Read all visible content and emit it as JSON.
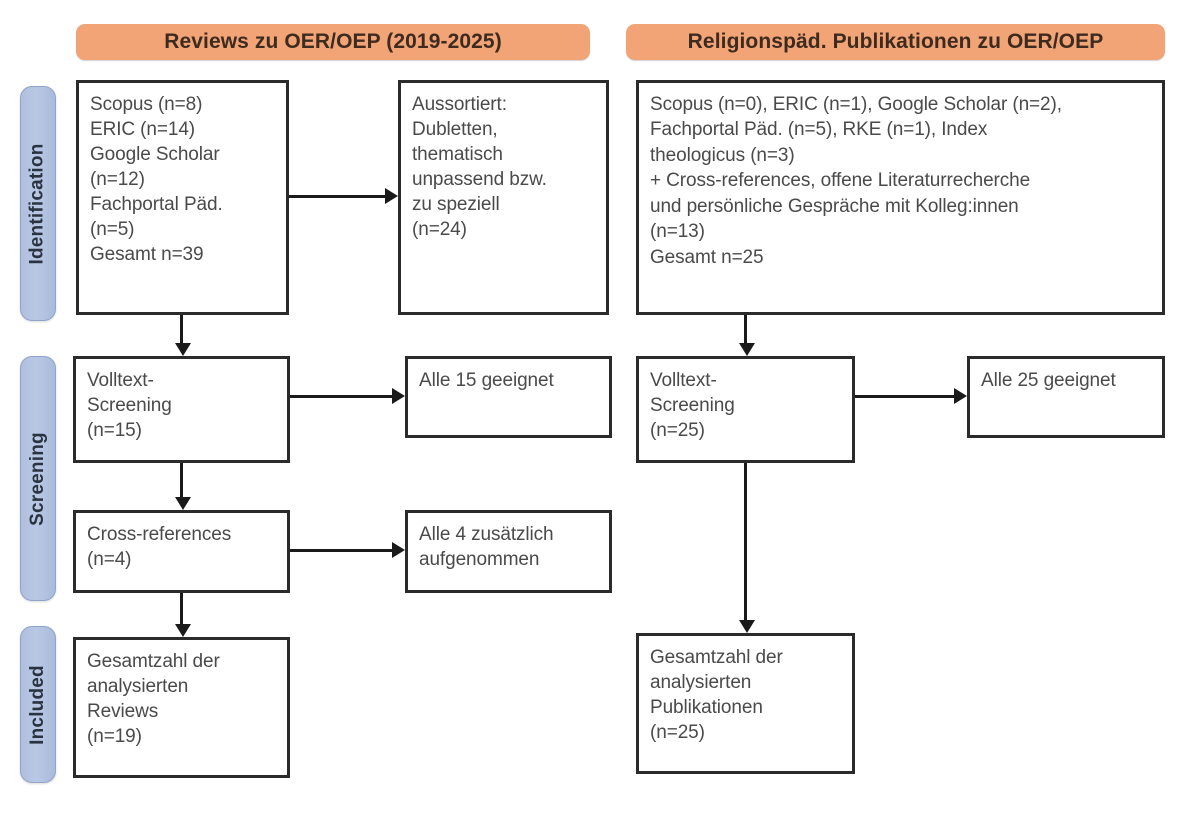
{
  "columns": {
    "left": {
      "header": "Reviews zu OER/OEP (2019-2025)"
    },
    "right": {
      "header": "Religionspäd. Publikationen zu OER/OEP"
    }
  },
  "stages": [
    {
      "id": "identification",
      "label": "Identification"
    },
    {
      "id": "screening",
      "label": "Screening"
    },
    {
      "id": "included",
      "label": "Included"
    }
  ],
  "left_column": {
    "identification_sources": "Scopus (n=8)\nERIC (n=14)\nGoogle Scholar\n(n=12)\nFachportal Päd.\n(n=5)\nGesamt n=39",
    "excluded": "Aussortiert:\nDubletten,\nthematisch\nunpassend bzw.\nzu speziell\n(n=24)",
    "fulltext_screening": "Volltext-\nScreening\n(n=15)",
    "fulltext_result": "Alle 15 geeignet",
    "cross_references": "Cross-references\n(n=4)",
    "cross_references_result": "Alle 4 zusätzlich\naufgenommen",
    "included_total": "Gesamtzahl der\nanalysierten\nReviews\n(n=19)"
  },
  "right_column": {
    "identification_sources": "Scopus (n=0), ERIC (n=1), Google Scholar (n=2),\nFachportal Päd. (n=5), RKE (n=1), Index\ntheologicus (n=3)\n+ Cross-references, offene Literaturrecherche\nund persönliche Gespräche mit Kolleg:innen\n(n=13)\nGesamt n=25",
    "fulltext_screening": "Volltext-\nScreening\n(n=25)",
    "fulltext_result": "Alle 25 geeignet",
    "included_total": "Gesamtzahl der\nanalysierten\nPublikationen\n(n=25)"
  },
  "colors": {
    "header_orange": "#F2A477",
    "stage_blue": "#AEBFDF",
    "box_border": "#2B2B2B",
    "text_gray": "#4A4A4A"
  }
}
